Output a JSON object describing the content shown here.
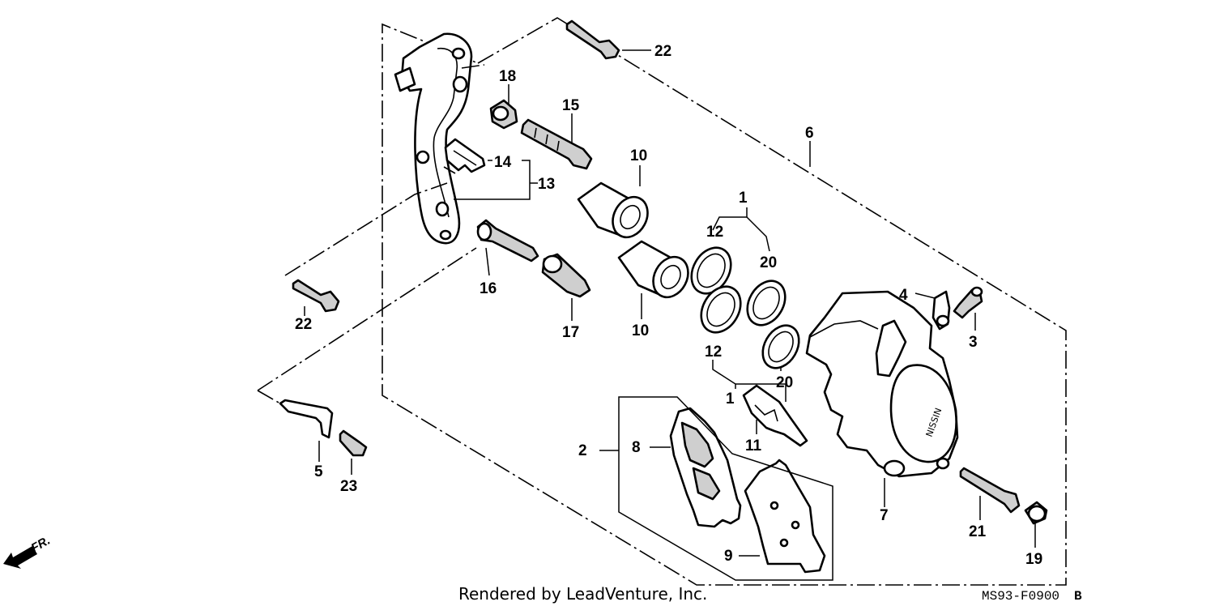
{
  "diagram": {
    "callouts": {
      "c1a": "1",
      "c1b": "1",
      "c2": "2",
      "c3": "3",
      "c4": "4",
      "c5": "5",
      "c6": "6",
      "c7": "7",
      "c8": "8",
      "c9": "9",
      "c10a": "10",
      "c10b": "10",
      "c11": "11",
      "c12a": "12",
      "c12b": "12",
      "c13": "13",
      "c14": "14",
      "c15": "15",
      "c16": "16",
      "c17": "17",
      "c18": "18",
      "c19": "19",
      "c20a": "20",
      "c20b": "20",
      "c21": "21",
      "c22a": "22",
      "c22b": "22",
      "c23": "23"
    },
    "front_marker": "FR.",
    "caliper_brand": "NISSIN",
    "footer_text": "Rendered by LeadVenture, Inc.",
    "diagram_code": "MS93-F0900",
    "diagram_code_suffix": "B"
  }
}
